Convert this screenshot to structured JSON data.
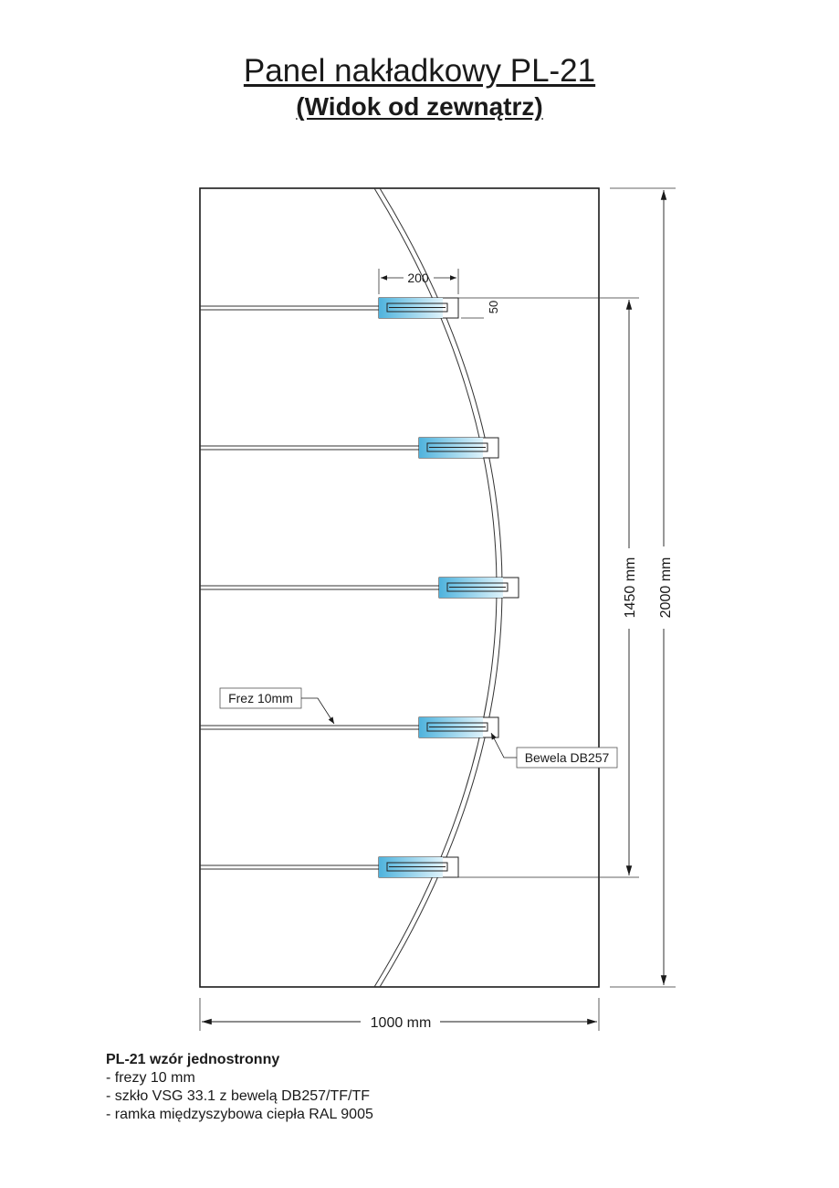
{
  "header": {
    "title": "Panel nakładkowy PL-21",
    "subtitle": "(Widok od zewnątrz)"
  },
  "drawing": {
    "dim_bar_width": "200",
    "dim_bar_height": "50",
    "dim_pitch": "1450 mm",
    "dim_height": "2000 mm",
    "dim_width": "1000 mm",
    "label_groove": "Frez 10mm",
    "label_bevel": "Bewela DB257"
  },
  "notes": {
    "heading": "PL-21 wzór jednostronny",
    "items": [
      "- frezy 10 mm",
      "- szkło VSG 33.1 z bewelą DB257/TF/TF",
      "- ramka międzyszybowa ciepła RAL 9005"
    ]
  },
  "colors": {
    "glass_light": "#dff3fb",
    "glass_dark": "#4fb3dd",
    "line": "#1a1a1a"
  }
}
